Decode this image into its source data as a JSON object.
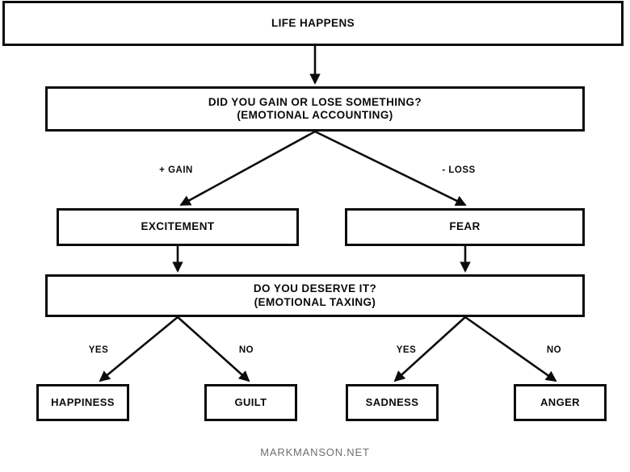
{
  "diagram": {
    "title": "Emotional Accounting Flowchart",
    "background_color": "#ffffff",
    "line_color": "#0b0b0b",
    "text_color": "#0b0b0b",
    "footer_color": "#6f6f6f",
    "nodes": {
      "root": "LIFE HAPPENS",
      "question1_line1": "DID YOU GAIN OR LOSE SOMETHING?",
      "question1_line2": "(EMOTIONAL ACCOUNTING)",
      "question1": "DID YOU GAIN OR LOSE SOMETHING?\n(EMOTIONAL ACCOUNTING)",
      "excitement": "EXCITEMENT",
      "fear": "FEAR",
      "question2_line1": "DO YOU DESERVE IT?",
      "question2_line2": "(EMOTIONAL TAXING)",
      "question2": "DO YOU DESERVE IT?\n(EMOTIONAL TAXING)",
      "happiness": "HAPPINESS",
      "guilt": "GUILT",
      "sadness": "SADNESS",
      "anger": "ANGER"
    },
    "edge_labels": {
      "gain": "+ GAIN",
      "loss": "- LOSS",
      "yes_left": "YES",
      "no_left": "NO",
      "yes_right": "YES",
      "no_right": "NO"
    },
    "footer": "MARKMANSON.NET"
  }
}
